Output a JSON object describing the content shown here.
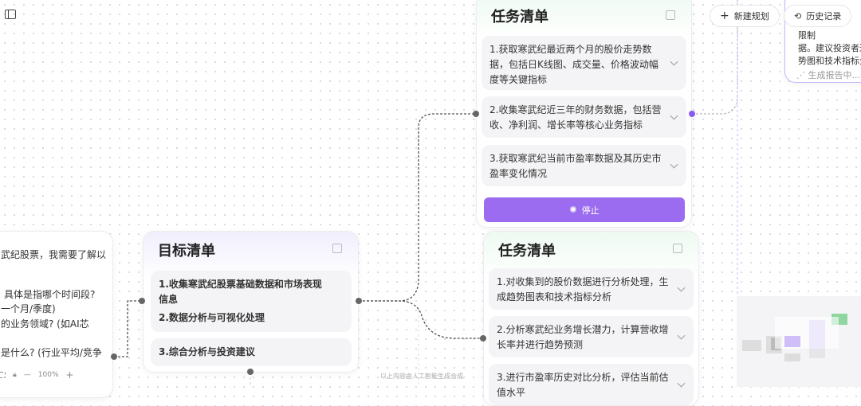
{
  "header": {
    "sidebar_toggle_icon": "sidebar-icon",
    "new_plan": "新建规划",
    "history": "历史记录"
  },
  "chat_panel": {
    "lines": [
      "武纪股票，我需要了解以",
      "",
      "具体是指哪个时间段?",
      "一个月/季度)",
      "的业务领域? (如AI芯",
      "",
      "是什么? (行业平均/竞争"
    ]
  },
  "zoom_toolbar": {
    "zoom_level": "100%"
  },
  "goal_card": {
    "title": "目标清单",
    "items": [
      "1.收集寒武纪股票基础数据和市场表现信息",
      "2.数据分析与可视化处理",
      "3.综合分析与投资建议"
    ]
  },
  "task_card_1": {
    "title": "任务清单",
    "items": [
      "1.获取寒武纪最近两个月的股价走势数据，包括日K线图、成交量、价格波动幅度等关键指标",
      "2.收集寒武纪近三年的财务数据，包括营收、净利润、增长率等核心业务指标",
      "3.获取寒武纪当前市盈率数据及其历史市盈率变化情况"
    ],
    "stop_label": "停止"
  },
  "task_card_2": {
    "title": "任务清单",
    "items": [
      "1.对收集到的股价数据进行分析处理，生成趋势图表和技术指标分析",
      "2.分析寒武纪业务增长潜力，计算营收增长率并进行趋势预测",
      "3.进行市盈率历史对比分析，评估当前估值水平"
    ]
  },
  "report_card": {
    "lines": [
      "限制",
      "据。建议投资者通",
      "势图和技术指标分"
    ],
    "status": "生成报告中..."
  },
  "footer": {
    "disclaimer": "以上内容由人工智能生成合成"
  },
  "colors": {
    "accent": "#9b6cf0",
    "node": "#666666"
  }
}
